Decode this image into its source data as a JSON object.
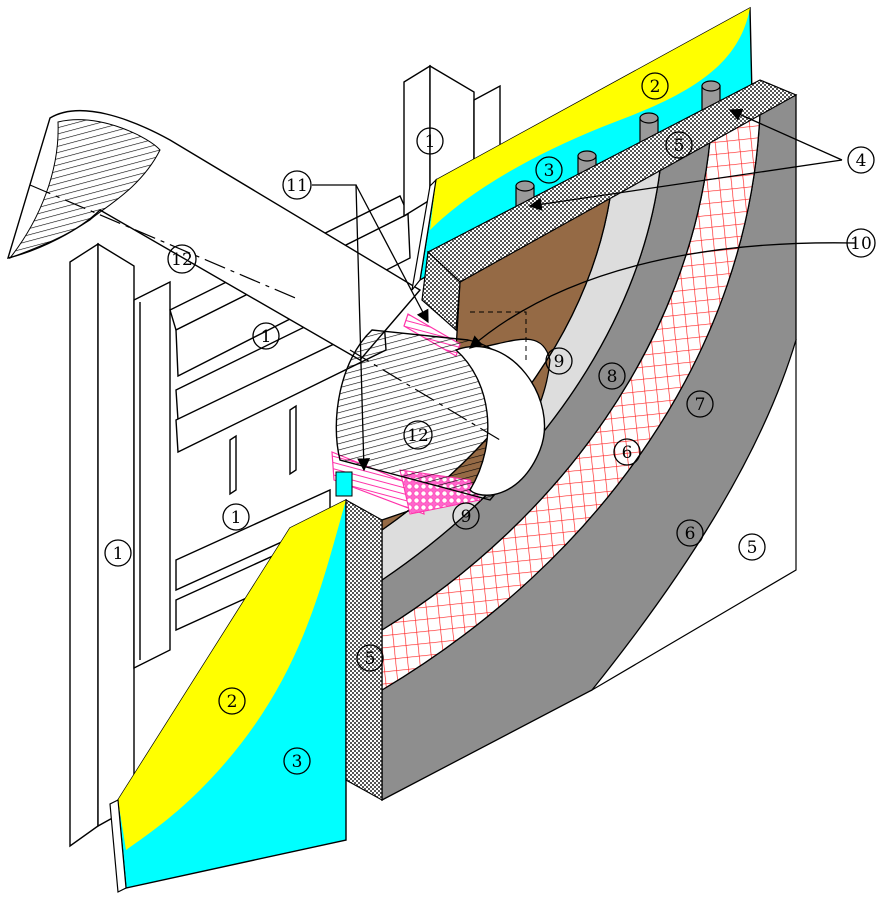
{
  "colors": {
    "steel": "#ffffff",
    "outline": "#000000",
    "yellow": "#ffff00",
    "cyan": "#00ffff",
    "brown": "#956a45",
    "light_gray": "#dddddd",
    "dark_gray": "#8e8e8e",
    "grid_red": "#ff2020",
    "seal_pink": "#ff33aa"
  },
  "callouts": [
    {
      "id": "c1a",
      "text": "1"
    },
    {
      "id": "c1b",
      "text": "1"
    },
    {
      "id": "c1c",
      "text": "1"
    },
    {
      "id": "c1d",
      "text": "1"
    },
    {
      "id": "c2a",
      "text": "2"
    },
    {
      "id": "c2b",
      "text": "2"
    },
    {
      "id": "c3a",
      "text": "3"
    },
    {
      "id": "c3b",
      "text": "3"
    },
    {
      "id": "c4",
      "text": "4"
    },
    {
      "id": "c5a",
      "text": "5"
    },
    {
      "id": "c5b",
      "text": "5"
    },
    {
      "id": "c5c",
      "text": "5"
    },
    {
      "id": "c6a",
      "text": "6"
    },
    {
      "id": "c6b",
      "text": "6"
    },
    {
      "id": "c7",
      "text": "7"
    },
    {
      "id": "c8",
      "text": "8"
    },
    {
      "id": "c9a",
      "text": "9"
    },
    {
      "id": "c9b",
      "text": "9"
    },
    {
      "id": "c10",
      "text": "10"
    },
    {
      "id": "c11",
      "text": "11"
    },
    {
      "id": "c12a",
      "text": "12"
    },
    {
      "id": "c12b",
      "text": "12"
    }
  ]
}
